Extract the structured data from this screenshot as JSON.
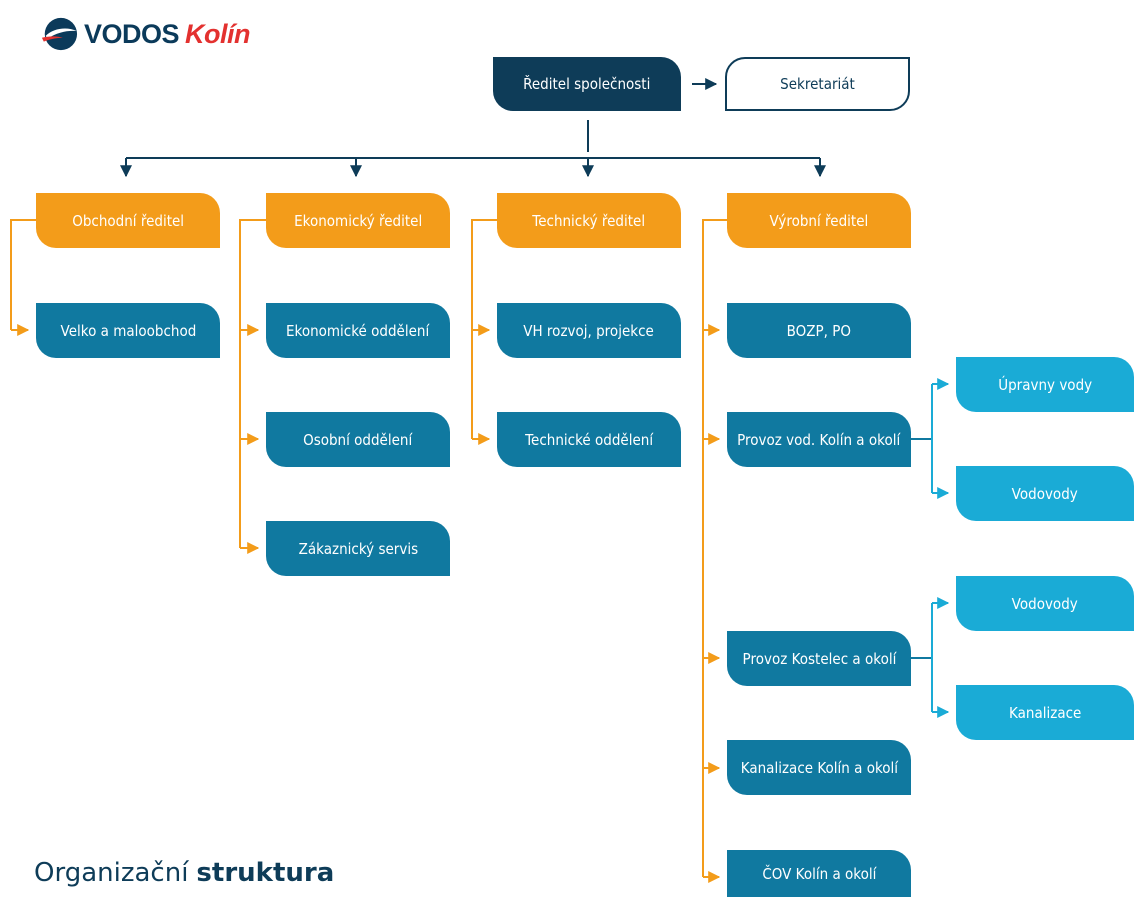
{
  "logo": {
    "brand": "VODOS",
    "city": "Kolín",
    "colors": {
      "brand": "#0b3a5a",
      "city": "#e3312f"
    }
  },
  "top": {
    "director": "Ředitel společnosti",
    "secretariat": "Sekretariát"
  },
  "branches": [
    {
      "head": "Obchodní ředitel",
      "units": [
        "Velko a maloobchod"
      ]
    },
    {
      "head": "Ekonomický ředitel",
      "units": [
        "Ekonomické oddělení",
        "Osobní oddělení",
        "Zákaznický servis"
      ]
    },
    {
      "head": "Technický ředitel",
      "units": [
        "VH rozvoj, projekce",
        "Technické oddělení"
      ]
    },
    {
      "head": "Výrobní ředitel",
      "units": [
        {
          "label": "BOZP, PO"
        },
        {
          "label": "Provoz vod. Kolín a okolí",
          "children": [
            "Úpravny vody",
            "Vodovody"
          ]
        },
        {
          "label": "Provoz Kostelec a okolí",
          "children": [
            "Vodovody",
            "Kanalizace"
          ]
        },
        {
          "label": "Kanalizace Kolín a okolí"
        },
        {
          "label": "ČOV Kolín a okolí"
        }
      ]
    }
  ],
  "footer": {
    "title_light": "Organizační",
    "title_bold": "struktura"
  },
  "colors": {
    "dark": "#0e3c58",
    "orange": "#f39c1a",
    "teal": "#1079a0",
    "light_blue": "#1aabd6"
  }
}
